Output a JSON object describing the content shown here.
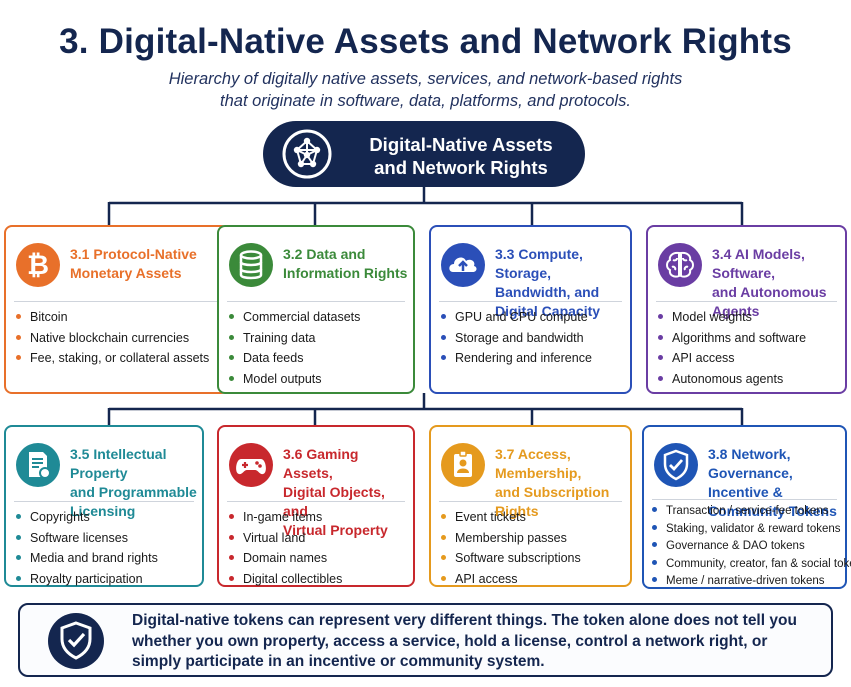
{
  "title": "3. Digital-Native Assets and Network Rights",
  "subtitle_line1": "Hierarchy of digitally native assets, services, and network-based rights",
  "subtitle_line2": "that originate in software, data, platforms, and protocols.",
  "root": {
    "line1": "Digital-Native Assets",
    "line2": "and Network Rights",
    "icon": "network-nodes-icon"
  },
  "colors": {
    "navy": "#14264f",
    "orange": "#e8702a",
    "green": "#3b8a3a",
    "blue": "#2b4fb8",
    "purple": "#6a3da3",
    "teal": "#1f8a96",
    "red": "#c8282d",
    "amber": "#e59a1e",
    "royal": "#1f55b5"
  },
  "cards": [
    {
      "head_lines": [
        "3.1 Protocol-Native",
        "Monetary Assets"
      ],
      "color": "#e8702a",
      "icon": "bitcoin-icon",
      "items": [
        "Bitcoin",
        "Native blockchain currencies",
        "Fee, staking, or collateral assets"
      ]
    },
    {
      "head_lines": [
        "3.2 Data and",
        "Information Rights"
      ],
      "color": "#3b8a3a",
      "icon": "database-icon",
      "items": [
        "Commercial datasets",
        "Training data",
        "Data feeds",
        "Model outputs"
      ]
    },
    {
      "head_lines": [
        "3.3 Compute, Storage,",
        "Bandwidth, and",
        "Digital Capacity"
      ],
      "color": "#2b4fb8",
      "icon": "cloud-upload-icon",
      "items": [
        "GPU and CPU compute",
        "Storage and bandwidth",
        "Rendering and inference"
      ]
    },
    {
      "head_lines": [
        "3.4 AI Models, Software,",
        "and Autonomous Agents"
      ],
      "color": "#6a3da3",
      "icon": "brain-icon",
      "items": [
        "Model weights",
        "Algorithms and software",
        "API access",
        "Autonomous agents"
      ]
    },
    {
      "head_lines": [
        "3.5 Intellectual Property",
        "and Programmable",
        "Licensing"
      ],
      "color": "#1f8a96",
      "icon": "certificate-icon",
      "items": [
        "Copyrights",
        "Software licenses",
        "Media and brand rights",
        "Royalty participation"
      ]
    },
    {
      "head_lines": [
        "3.6 Gaming Assets,",
        "Digital Objects, and",
        "Virtual Property"
      ],
      "color": "#c8282d",
      "icon": "gamepad-icon",
      "items": [
        "In-game items",
        "Virtual land",
        "Domain names",
        "Digital collectibles"
      ]
    },
    {
      "head_lines": [
        "3.7 Access, Membership,",
        "and Subscription",
        "Rights"
      ],
      "color": "#e59a1e",
      "icon": "id-badge-icon",
      "items": [
        "Event tickets",
        "Membership passes",
        "Software subscriptions",
        "API access"
      ]
    },
    {
      "head_lines": [
        "3.8 Network, Governance,",
        "Incentive &",
        "Community Tokens"
      ],
      "color": "#1f55b5",
      "icon": "shield-check-icon",
      "items": [
        "Transaction / service-fee tokens",
        "Staking, validator & reward tokens",
        "Governance & DAO tokens",
        "Community, creator, fan & social tokens",
        "Meme / narrative-driven tokens"
      ]
    }
  ],
  "note": {
    "icon": "shield-check-icon",
    "line1": "Digital-native tokens can represent very different things. The token alone does not tell you",
    "line2": "whether you own property, access a service, hold a license, control a network right, or",
    "line3": "simply participate in an incentive or community system."
  }
}
